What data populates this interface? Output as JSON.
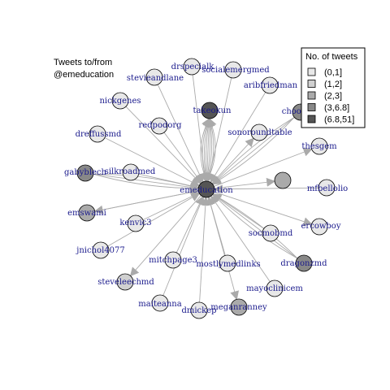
{
  "title": {
    "line1": "Tweets to/from",
    "line2": "@emeducation"
  },
  "legend": {
    "title": "No. of tweets",
    "items": [
      {
        "label": "(0,1]",
        "color": "#e8e8e8"
      },
      {
        "label": "(1,2]",
        "color": "#d0d0d0"
      },
      {
        "label": "(2,3]",
        "color": "#aaaaaa"
      },
      {
        "label": "(3,6.8]",
        "color": "#888888"
      },
      {
        "label": "(6.8,51]",
        "color": "#555555"
      }
    ]
  },
  "center": "emeducation",
  "nodes": [
    {
      "id": "emeducation",
      "bin": 4
    },
    {
      "id": "takeokun",
      "bin": 4
    },
    {
      "id": "drspecialk",
      "bin": 0
    },
    {
      "id": "socialemergmed",
      "bin": 0
    },
    {
      "id": "stevieandlane",
      "bin": 0
    },
    {
      "id": "aribfriedman",
      "bin": 0
    },
    {
      "id": "chood",
      "bin": 3
    },
    {
      "id": "nickgenes",
      "bin": 0
    },
    {
      "id": "redpodorg",
      "bin": 0
    },
    {
      "id": "sonoroundtable",
      "bin": 0
    },
    {
      "id": "thesgem",
      "bin": 0
    },
    {
      "id": "dreffussmd",
      "bin": 0
    },
    {
      "id": "silkroadmed",
      "bin": 0
    },
    {
      "id": "gabyblech",
      "bin": 3
    },
    {
      "id": "mfbellolio",
      "bin": 0
    },
    {
      "id": "emswami",
      "bin": 2
    },
    {
      "id": "kenvic3",
      "bin": 0
    },
    {
      "id": "ercowboy",
      "bin": 0
    },
    {
      "id": "jnichol4077",
      "bin": 0
    },
    {
      "id": "socmobmd",
      "bin": 0
    },
    {
      "id": "dragonzmd",
      "bin": 3
    },
    {
      "id": "mitchpage3",
      "bin": 0
    },
    {
      "id": "mostlymedlinks",
      "bin": 0
    },
    {
      "id": "steveleechmd",
      "bin": 1
    },
    {
      "id": "mayoclinicem",
      "bin": 0
    },
    {
      "id": "maiteanna",
      "bin": 0
    },
    {
      "id": "dmickep",
      "bin": 0
    },
    {
      "id": "meganranney",
      "bin": 2
    },
    {
      "id": "unlabeled-node",
      "bin": 2
    }
  ],
  "edges": [
    {
      "from": "emeducation",
      "to": "takeokun",
      "arrow": true,
      "multi": 5
    },
    {
      "from": "takeokun",
      "to": "emeducation",
      "arrow": true,
      "multi": 4
    },
    {
      "from": "drspecialk",
      "to": "emeducation",
      "arrow": true
    },
    {
      "from": "socialemergmed",
      "to": "emeducation",
      "arrow": true
    },
    {
      "from": "stevieandlane",
      "to": "emeducation",
      "arrow": true
    },
    {
      "from": "aribfriedman",
      "to": "emeducation",
      "arrow": true
    },
    {
      "from": "chood",
      "to": "emeducation",
      "arrow": true,
      "multi": 3
    },
    {
      "from": "nickgenes",
      "to": "emeducation",
      "arrow": true
    },
    {
      "from": "redpodorg",
      "to": "emeducation",
      "arrow": true
    },
    {
      "from": "emeducation",
      "to": "sonoroundtable",
      "arrow": true
    },
    {
      "from": "emeducation",
      "to": "thesgem",
      "arrow": true
    },
    {
      "from": "dreffussmd",
      "to": "emeducation",
      "arrow": true
    },
    {
      "from": "silkroadmed",
      "to": "emeducation",
      "arrow": true
    },
    {
      "from": "gabyblech",
      "to": "emeducation",
      "arrow": true,
      "multi": 3
    },
    {
      "from": "mfbellolio",
      "to": "emeducation",
      "arrow": true
    },
    {
      "from": "emeducation",
      "to": "emswami",
      "arrow": true
    },
    {
      "from": "emswami",
      "to": "emeducation",
      "arrow": true
    },
    {
      "from": "kenvic3",
      "to": "emeducation",
      "arrow": true
    },
    {
      "from": "emeducation",
      "to": "ercowboy",
      "arrow": true
    },
    {
      "from": "jnichol4077",
      "to": "emeducation",
      "arrow": true
    },
    {
      "from": "socmobmd",
      "to": "emeducation",
      "arrow": true
    },
    {
      "from": "dragonzmd",
      "to": "emeducation",
      "arrow": true,
      "multi": 3
    },
    {
      "from": "mitchpage3",
      "to": "emeducation",
      "arrow": true
    },
    {
      "from": "mostlymedlinks",
      "to": "emeducation",
      "arrow": true
    },
    {
      "from": "emeducation",
      "to": "steveleechmd",
      "arrow": true
    },
    {
      "from": "mayoclinicem",
      "to": "emeducation",
      "arrow": true
    },
    {
      "from": "maiteanna",
      "to": "emeducation",
      "arrow": true
    },
    {
      "from": "dmickep",
      "to": "emeducation",
      "arrow": true
    },
    {
      "from": "emeducation",
      "to": "meganranney",
      "arrow": true
    },
    {
      "from": "emeducation",
      "to": "unlabeled-node",
      "arrow": true
    }
  ]
}
